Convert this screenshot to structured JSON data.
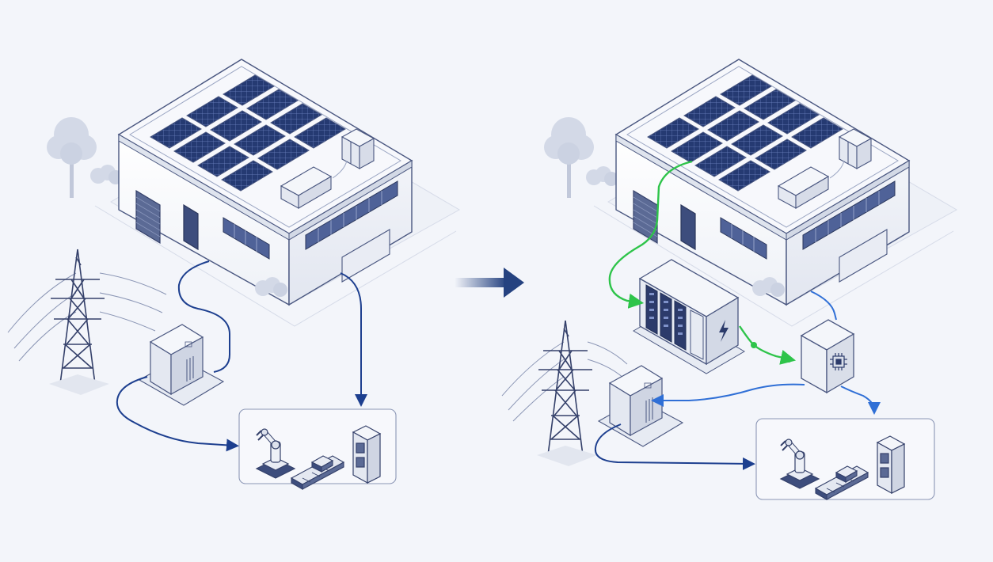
{
  "diagram": {
    "description_labels": [],
    "colors": {
      "background": "#f3f5fa",
      "outline": "#4a5780",
      "wall_light": "#ffffff",
      "wall_shade": "#e6eaf3",
      "roof": "#f7f8fc",
      "solar_panel": "#253a72",
      "solar_grid": "#6f86c2",
      "grid_power_line": "#1d3f8f",
      "local_distribution_line": "#2f6fd6",
      "solar_power_line": "#2ec44a",
      "arrow": "#254280",
      "tree": "#c9d0e0"
    },
    "scenes": [
      {
        "id": "before",
        "components": [
          "factory-building",
          "rooftop-solar-array",
          "rooftop-hvac-unit",
          "electrical-transmission-tower",
          "grid-transformer",
          "factory-equipment-robot-arm",
          "factory-equipment-conveyor",
          "factory-equipment-cabinet"
        ]
      },
      {
        "id": "after",
        "components": [
          "factory-building",
          "rooftop-solar-array",
          "rooftop-hvac-unit",
          "battery-energy-storage",
          "energy-controller",
          "electrical-transmission-tower",
          "grid-transformer",
          "factory-equipment-robot-arm",
          "factory-equipment-conveyor",
          "factory-equipment-cabinet"
        ]
      }
    ],
    "transition": {
      "icon": "right-arrow-icon"
    },
    "icons": {
      "battery": "lightning-bolt-icon",
      "controller": "microchip-icon"
    }
  }
}
